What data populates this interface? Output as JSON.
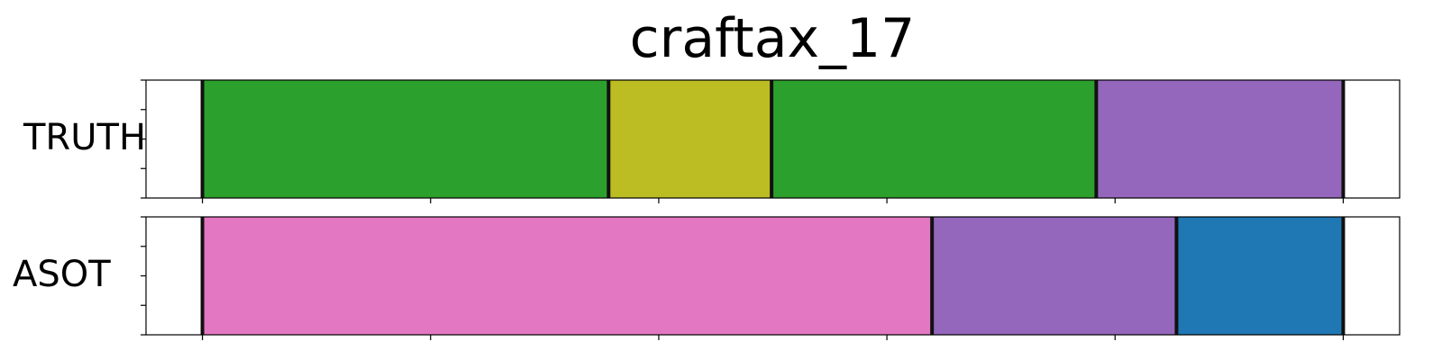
{
  "chart_data": {
    "type": "segmentation",
    "title": "craftax_17",
    "xlim": [
      0,
      100
    ],
    "rows": [
      {
        "label": "TRUTH",
        "segments": [
          {
            "start": 4.5,
            "end": 36.9,
            "color": "#2ca02c"
          },
          {
            "start": 36.9,
            "end": 49.9,
            "color": "#bcbd22"
          },
          {
            "start": 49.9,
            "end": 75.8,
            "color": "#2ca02c"
          },
          {
            "start": 75.8,
            "end": 95.5,
            "color": "#9467bd"
          }
        ]
      },
      {
        "label": "ASOT",
        "segments": [
          {
            "start": 4.5,
            "end": 62.7,
            "color": "#e377c2"
          },
          {
            "start": 62.7,
            "end": 82.2,
            "color": "#9467bd"
          },
          {
            "start": 82.2,
            "end": 95.5,
            "color": "#1f77b4"
          }
        ]
      }
    ],
    "x_tick_positions": [
      4.5,
      22.7,
      40.9,
      59.1,
      77.3,
      95.5
    ],
    "y_tick_count": 5,
    "grid": false
  }
}
